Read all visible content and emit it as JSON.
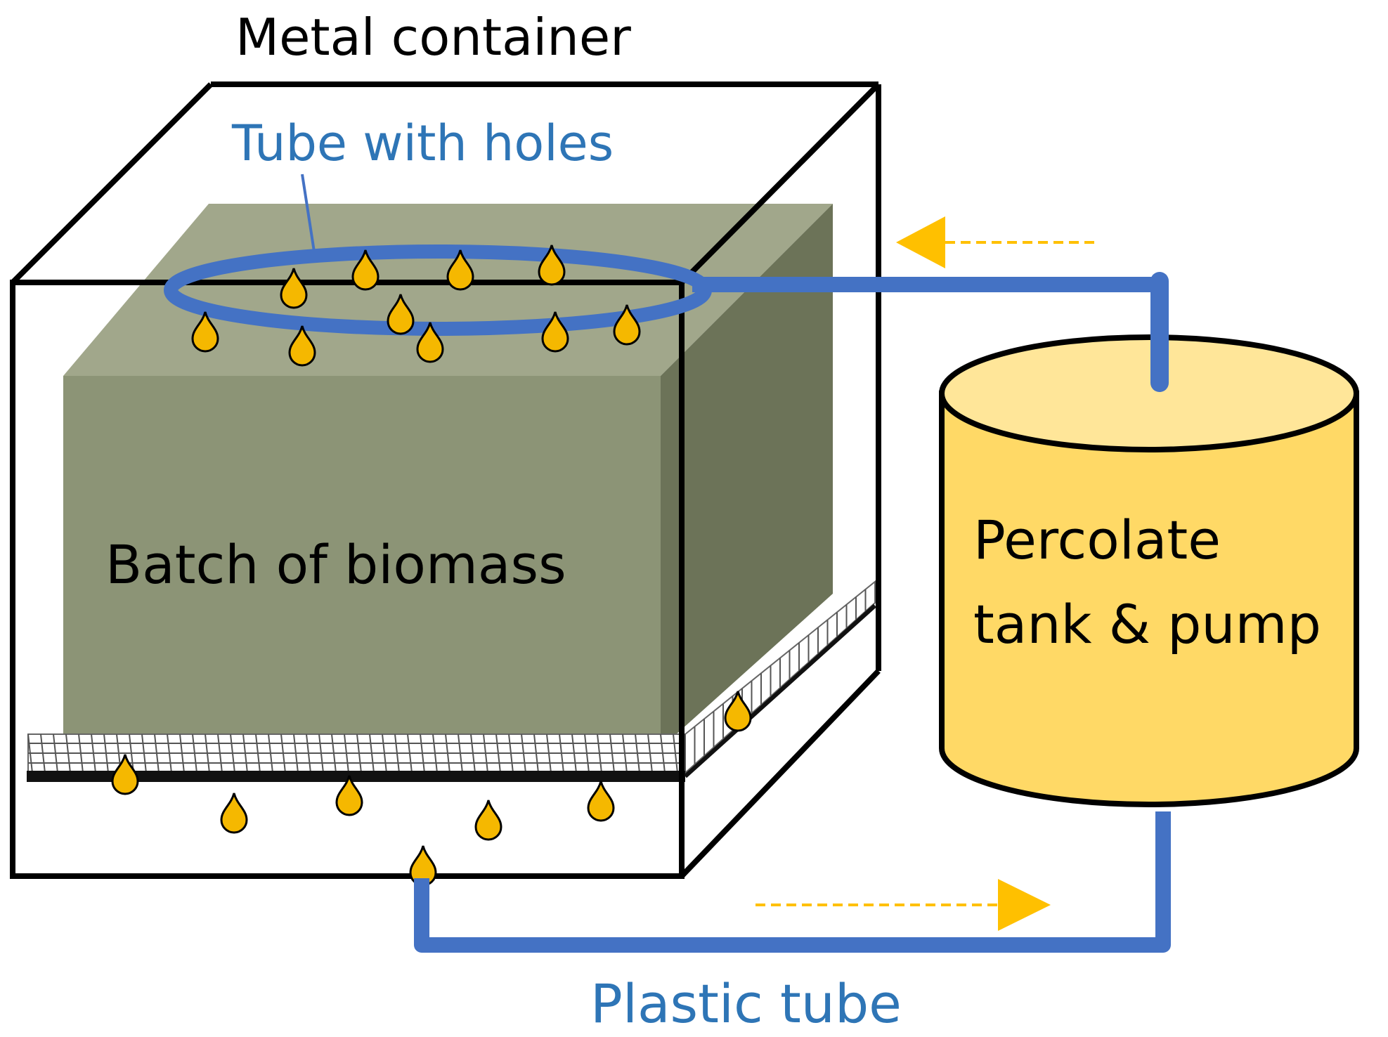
{
  "labels": {
    "metal_container": "Metal container",
    "tube_with_holes": "Tube with holes",
    "batch_of_biomass": "Batch of biomass",
    "percolate_line1": "Percolate",
    "percolate_line2": "tank & pump",
    "plastic_tube": "Plastic tube"
  },
  "colors": {
    "biomass_front": "#8c9476",
    "biomass_top": "#a1a78b",
    "biomass_side": "#6c7358",
    "tube_blue": "#4472c4",
    "tube_label_blue": "#2e75b6",
    "droplet": "#f5b800",
    "tank_fill": "#ffd966",
    "tank_top": "#ffe699",
    "arrow_orange": "#ffc000",
    "outline": "#000000"
  },
  "icons": {
    "droplet": "droplet-icon",
    "flow_arrow": "arrow-icon"
  }
}
